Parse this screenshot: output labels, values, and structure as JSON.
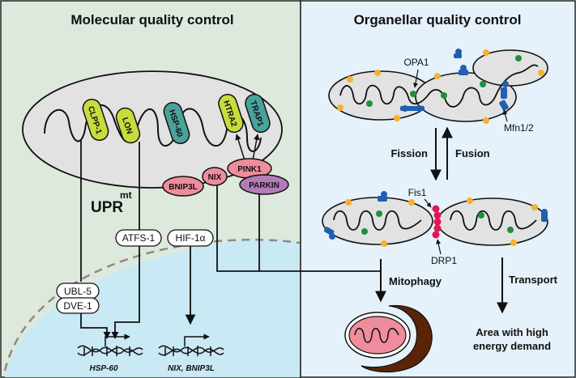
{
  "panels": {
    "left_title": "Molecular quality control",
    "right_title": "Organellar quality control"
  },
  "proteins": {
    "clpp": "CLPP-1",
    "lon": "LON",
    "hsp60": "HSP-60",
    "htra2": "HTRA2",
    "trap1": "TRAP1",
    "pink1": "PINK1",
    "parkin": "PARKIN",
    "nix": "NIX",
    "bnip3l": "BNIP3L"
  },
  "pathway": {
    "upr": "UPR",
    "upr_sup": "mt",
    "atfs1": "ATFS-1",
    "hif1a": "HIF-1α",
    "ubl5": "UBL-5",
    "dve1": "DVE-1",
    "gene1": "HSP-60",
    "gene2": "NIX, BNIP3L"
  },
  "organellar": {
    "opa1": "OPA1",
    "mfn": "Mfn1/2",
    "fission": "Fission",
    "fusion": "Fusion",
    "fis1": "Fis1",
    "drp1": "DRP1",
    "mitophagy": "Mitophagy",
    "transport": "Transport",
    "area_line1": "Area with high",
    "area_line2": "energy demand"
  },
  "colors": {
    "left_bg": "#dde9dc",
    "right_bg": "#e5f1fb",
    "nucleus": "#c9e9f4",
    "mito_fill": "#e2e2e2",
    "lime": "#c8dc3c",
    "teal": "#4aa39a",
    "pink": "#ef8d9c",
    "purple": "#b37cb8",
    "blue": "#1f5fb0",
    "orange": "#f6b22c",
    "green": "#1f8f3c",
    "magenta": "#e2174f",
    "brown": "#5a2408"
  }
}
